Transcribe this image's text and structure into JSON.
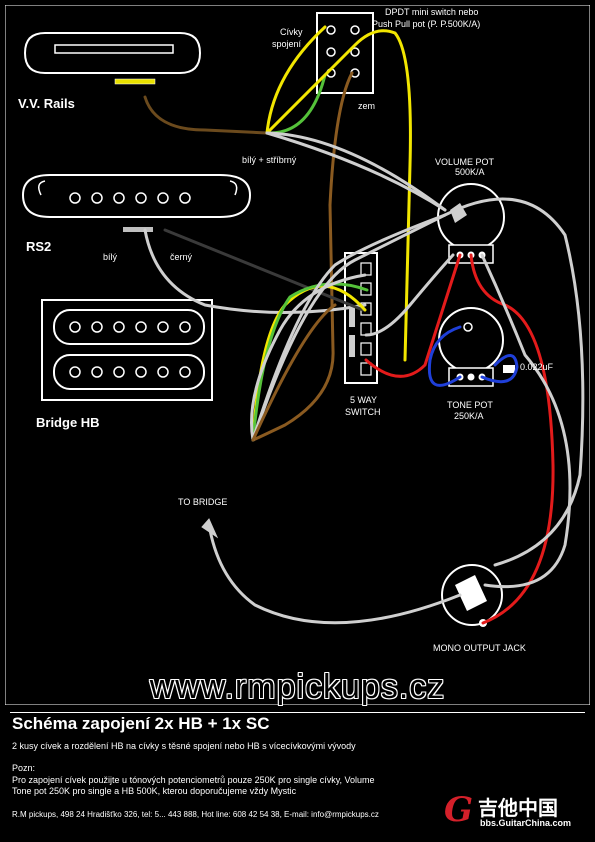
{
  "labels": {
    "switch_title": "DPDT mini switch nebo",
    "switch_subtitle": "Push Pull pot (P. P.500K/A)",
    "coil_label_line1": "Cívky",
    "coil_label_line2": "spojení",
    "zem_label": "zem",
    "neck_name": "V.V. Rails",
    "rs2_name": "RS2",
    "bridge_name": "Bridge HB",
    "bily_stribrny": "bílý + stříbrný",
    "bily": "bílý",
    "cerny": "černý",
    "volume_pot_line1": "VOLUME POT",
    "volume_pot_line2": "500K/A",
    "way_switch_line1": "5 WAY",
    "way_switch_line2": "SWITCH",
    "tone_pot_line1": "TONE POT",
    "tone_pot_line2": "250K/A",
    "cap_label": "0.022uF",
    "to_bridge": "TO BRIDGE",
    "jack_label": "MONO OUTPUT JACK"
  },
  "url": "www.rmpickups.cz",
  "footer": {
    "title": "Schéma zapojení 2x HB + 1x SC",
    "line1": "2 kusy cívek a rozdělení HB na cívky s těsné spojení nebo HB s vícecívkovými vývody",
    "line2": "Pozn:",
    "line3": "Pro zapojení cívek použijte u tónových potenciometrů pouze 250K pro single cívky, Volume",
    "line4": "Tone pot 250K pro single a HB 500K, kterou doporučujeme vždy Mystic",
    "line5": "R.M pickups, 498 24 Hradišťko 326, tel: 5... 443 888, Hot line: 608 42 54 38, E-mail: info@rmpickups.cz"
  },
  "logo": {
    "glyph": "G",
    "chinese": "吉他中国",
    "site": "bbs.GuitarChina.com"
  },
  "colors": {
    "background": "#000000",
    "wire_white": "#cfcfcf",
    "wire_yellow": "#f2e600",
    "wire_green": "#55c23a",
    "wire_brown": "#8a5a20",
    "wire_red": "#e31b1b",
    "wire_blue": "#1f3fd9",
    "logo_red": "#d4202a"
  }
}
